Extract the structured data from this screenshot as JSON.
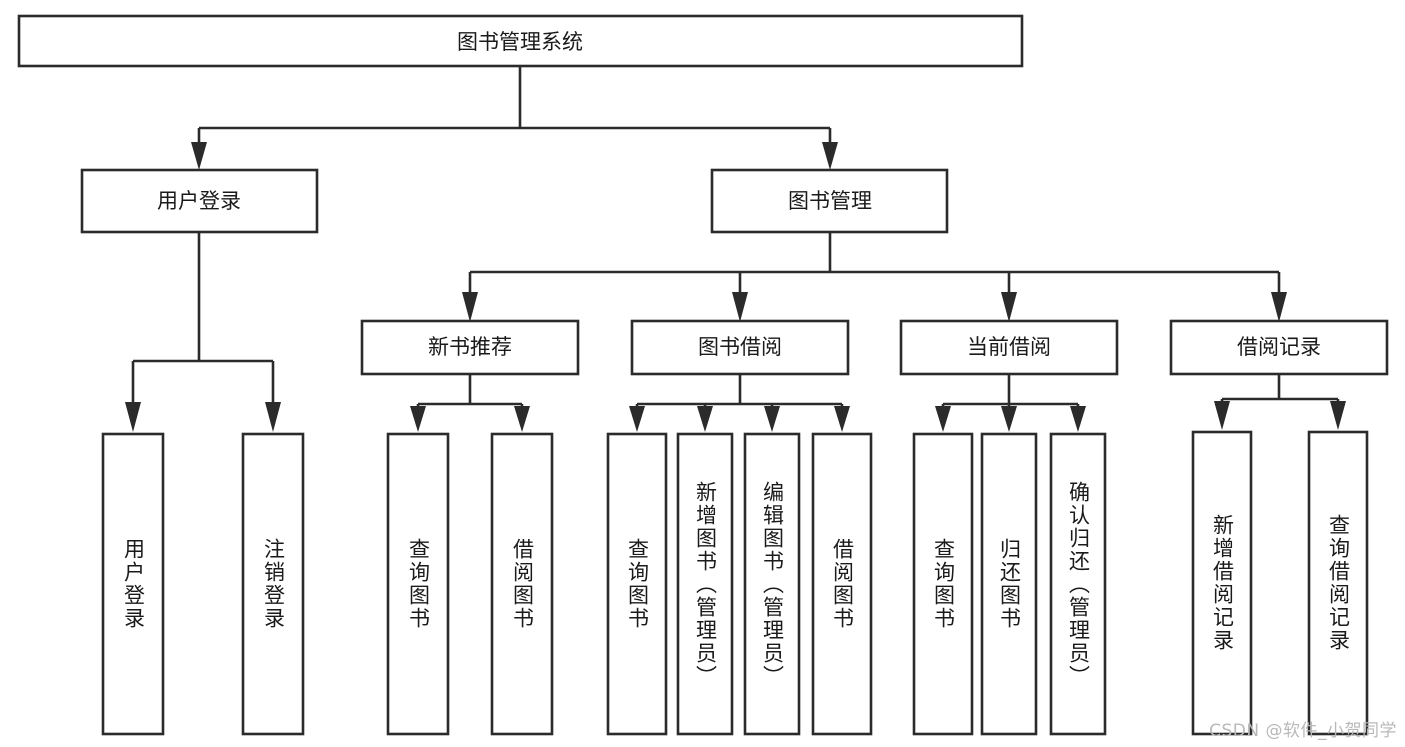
{
  "diagram": {
    "type": "tree-hierarchy",
    "title": "图书管理系统",
    "orientation": "top-down",
    "colors": {
      "stroke": "#2b2b2b",
      "fill": "#ffffff",
      "text": "#1a1a1a",
      "background": "#ffffff",
      "watermark": "#b9b9b9"
    },
    "root": {
      "label": "图书管理系统"
    },
    "level2": [
      {
        "label": "用户登录"
      },
      {
        "label": "图书管理"
      }
    ],
    "level3": [
      {
        "label": "新书推荐"
      },
      {
        "label": "图书借阅"
      },
      {
        "label": "当前借阅"
      },
      {
        "label": "借阅记录"
      }
    ],
    "leaves": {
      "user_login": [
        {
          "label": "用户登录"
        },
        {
          "label": "注销登录"
        }
      ],
      "new_book_recommend": [
        {
          "label": "查询图书"
        },
        {
          "label": "借阅图书"
        }
      ],
      "book_borrow": [
        {
          "label": "查询图书"
        },
        {
          "label": "新增图书（管理员）"
        },
        {
          "label": "编辑图书（管理员）"
        },
        {
          "label": "借阅图书"
        }
      ],
      "current_borrow": [
        {
          "label": "查询图书"
        },
        {
          "label": "归还图书"
        },
        {
          "label": "确认归还（管理员）"
        }
      ],
      "borrow_record": [
        {
          "label": "新增借阅记录"
        },
        {
          "label": "查询借阅记录"
        }
      ]
    }
  },
  "watermark": {
    "text": "CSDN @软件_小贺同学"
  }
}
